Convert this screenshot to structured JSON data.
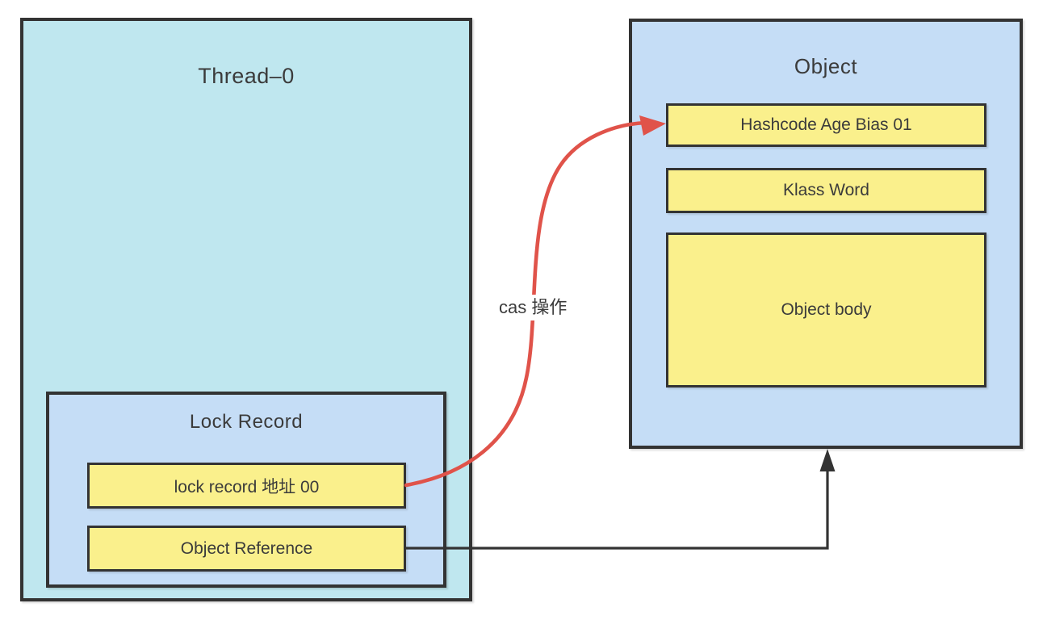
{
  "diagram": {
    "thread": {
      "title": "Thread–0",
      "lock_record": {
        "title": "Lock Record",
        "fields": [
          {
            "label": "lock record 地址 00"
          },
          {
            "label": "Object Reference"
          }
        ]
      }
    },
    "object": {
      "title": "Object",
      "fields": [
        {
          "label": "Hashcode Age Bias 01"
        },
        {
          "label": "Klass Word"
        },
        {
          "label": "Object body"
        }
      ]
    },
    "arrows": {
      "cas_arrow_label": "cas 操作",
      "cas_arrow_from": "lock record 地址 00",
      "cas_arrow_to": "Hashcode Age Bias 01",
      "reference_arrow_from": "Object Reference",
      "reference_arrow_to": "Object"
    },
    "colors": {
      "thread_fill": "#bfe7ef",
      "panel_fill": "#c5ddf6",
      "field_fill": "#faf08c",
      "border": "#333333",
      "text": "#3b3b3b",
      "cas_arrow": "#e0534a",
      "reference_arrow": "#333333"
    }
  }
}
